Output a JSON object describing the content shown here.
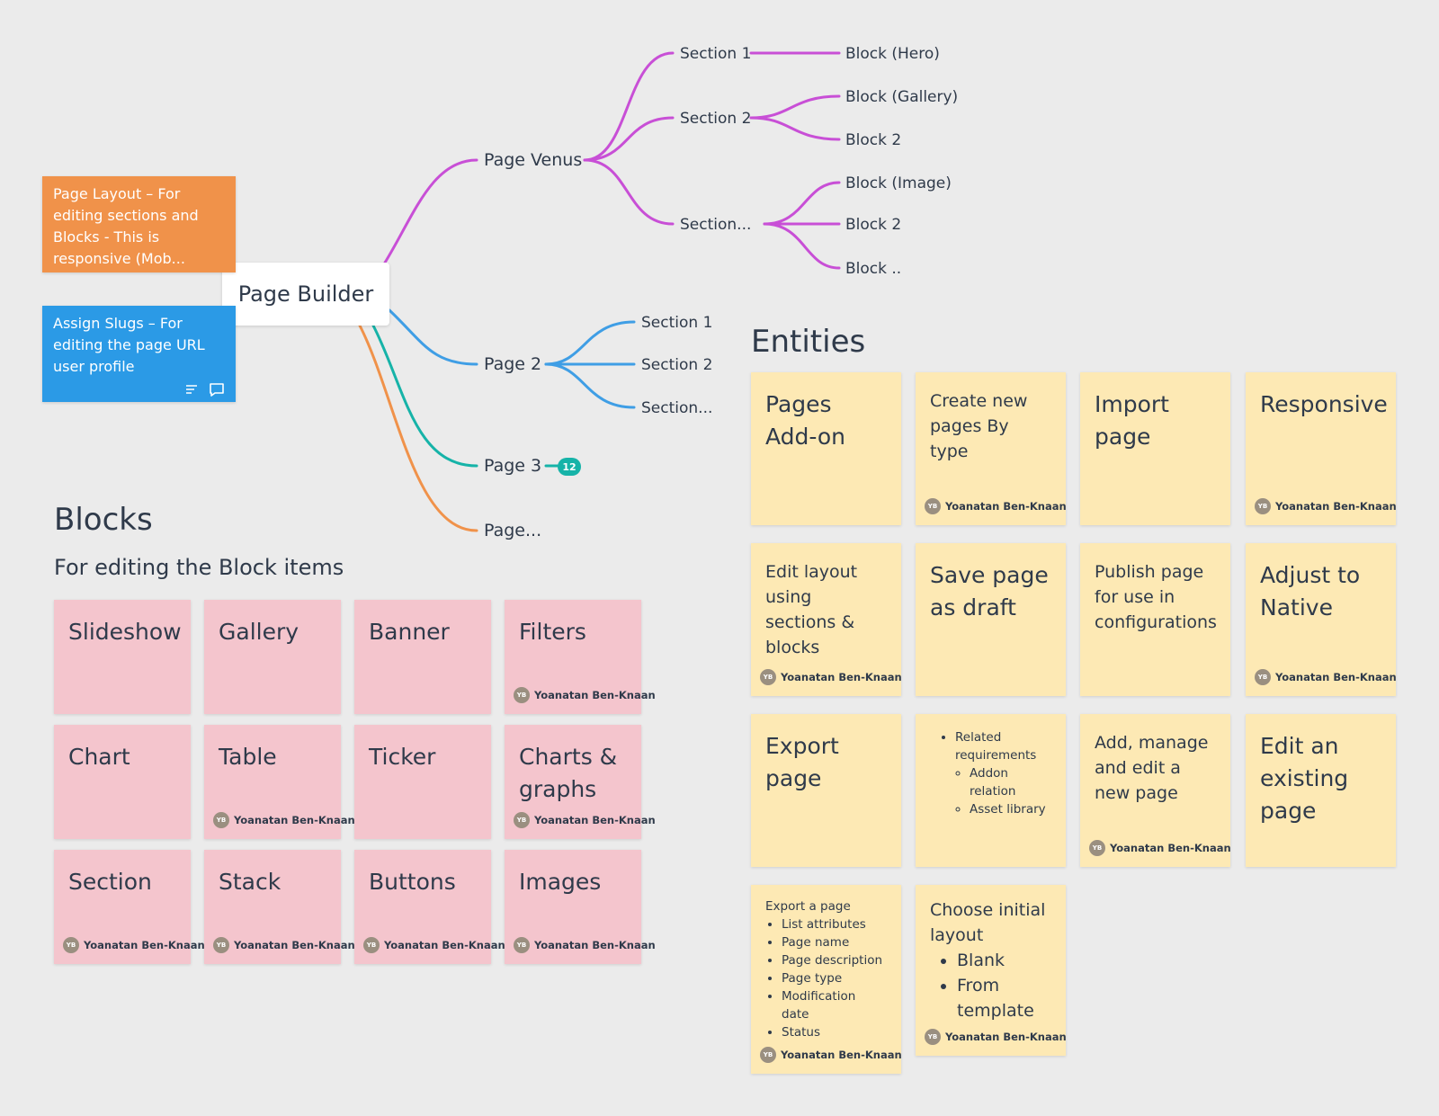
{
  "mindmap": {
    "root": "Page Builder",
    "nodes": {
      "page_venus": "Page Venus",
      "page_2": "Page 2",
      "page_3": "Page 3",
      "page_more": "Page...",
      "venus_section_1": "Section 1",
      "venus_section_2": "Section 2",
      "venus_section_more": "Section...",
      "block_hero": "Block (Hero)",
      "block_gallery": "Block (Gallery)",
      "block_2a": "Block 2",
      "block_image": "Block (Image)",
      "block_2b": "Block 2",
      "block_more": "Block ..",
      "p2_section_1": "Section 1",
      "p2_section_2": "Section 2",
      "p2_section_more": "Section..."
    },
    "page3_badge": "12",
    "colors": {
      "venus": "#c84fd6",
      "page2": "#3f9ee5",
      "page3": "#16b3a8",
      "page_more": "#f0924a"
    }
  },
  "cards": {
    "orange": {
      "text": "Page Layout – For editing sections and Blocks - This is responsive (Mob...",
      "color": "#f0924a"
    },
    "blue": {
      "text": "Assign Slugs – For editing the page URL user profile",
      "color": "#2b9ae6",
      "icons": [
        "description-icon",
        "comment-icon"
      ]
    }
  },
  "blocks": {
    "title": "Blocks",
    "subtitle": "For editing the Block items",
    "items": [
      {
        "title": "Slideshow",
        "author": ""
      },
      {
        "title": "Gallery",
        "author": ""
      },
      {
        "title": "Banner",
        "author": ""
      },
      {
        "title": "Filters",
        "author": "Yoanatan Ben-Knaan"
      },
      {
        "title": "Chart",
        "author": ""
      },
      {
        "title": "Table",
        "author": "Yoanatan Ben-Knaan"
      },
      {
        "title": "Ticker",
        "author": ""
      },
      {
        "title": "Charts & graphs",
        "author": "Yoanatan Ben-Knaan"
      },
      {
        "title": "Section",
        "author": "Yoanatan Ben-Knaan"
      },
      {
        "title": "Stack",
        "author": "Yoanatan Ben-Knaan"
      },
      {
        "title": "Buttons",
        "author": "Yoanatan Ben-Knaan"
      },
      {
        "title": "Images",
        "author": "Yoanatan Ben-Knaan"
      }
    ]
  },
  "entities": {
    "title": "Entities",
    "author_initials": "YB",
    "items": {
      "pages_addon": "Pages Add-on",
      "create_new": "Create new pages By type",
      "import_page": "Import page",
      "responsive": "Responsive",
      "edit_layout": "Edit layout using sections & blocks",
      "save_draft": "Save page as draft",
      "publish_page": "Publish page for use in configurations",
      "adjust_native": "Adjust to Native",
      "export_page": "Export page",
      "add_manage": "Add, manage and edit a new page",
      "edit_existing": "Edit an existing page",
      "related_req": "Related requirements",
      "addon_relation": "Addon relation",
      "asset_library": "Asset library",
      "export_a_page": "Export a page",
      "list_attributes": "List attributes",
      "page_name": "Page name",
      "page_description": "Page description",
      "page_type": "Page type",
      "modification_date": "Modification date",
      "status": "Status",
      "choose_layout": "Choose initial layout",
      "blank": "Blank",
      "from_template": "From template"
    },
    "author": "Yoanatan Ben-Knaan"
  }
}
